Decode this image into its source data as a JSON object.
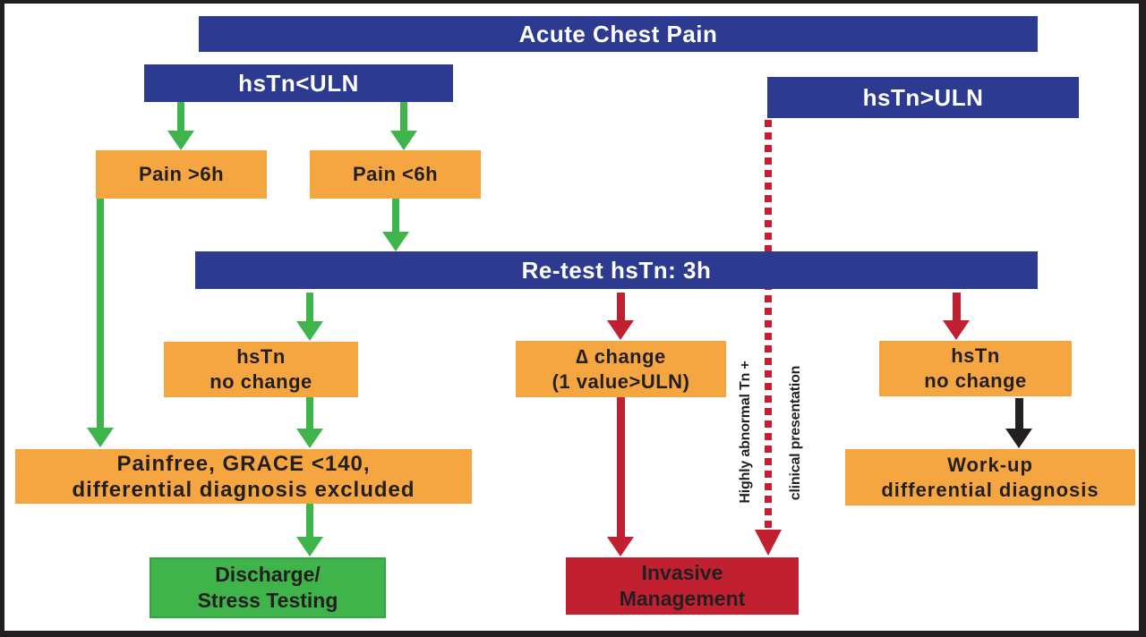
{
  "figure": {
    "type": "clinical-flowchart",
    "topic": "Acute chest pain triage using high-sensitivity troponin"
  },
  "colors": {
    "bar_blue": "#2C3A90",
    "box_orange": "#F6A640",
    "green": "#3EB44A",
    "red": "#C0202F",
    "frame_black": "#231F20",
    "text_dark": "#231F20",
    "text_white": "#FFFFFF"
  },
  "nodes": {
    "acute": {
      "label": "Acute Chest Pain"
    },
    "hstn_less": {
      "label": "hsTn<ULN"
    },
    "hstn_greater": {
      "label": "hsTn>ULN"
    },
    "pain_gt6": {
      "label": "Pain >6h"
    },
    "pain_lt6": {
      "label": "Pain <6h"
    },
    "retest": {
      "label": "Re-test hsTn: 3h"
    },
    "no_change_left": {
      "line1": "hsTn",
      "line2": "no change"
    },
    "delta_change": {
      "line1": "∆ change",
      "line2": "(1 value>ULN)"
    },
    "no_change_right": {
      "line1": "hsTn",
      "line2": "no change"
    },
    "painfree": {
      "line1": "Painfree, GRACE <140,",
      "line2": "differential diagnosis excluded"
    },
    "discharge": {
      "line1": "Discharge/",
      "line2": "Stress Testing"
    },
    "invasive": {
      "line1": "Invasive",
      "line2": "Management"
    },
    "workup": {
      "line1": "Work-up",
      "line2": "differential diagnosis"
    }
  },
  "annotations": {
    "dotted_label_1": "Highly abnormal Tn +",
    "dotted_label_2": "clinical presentation"
  }
}
